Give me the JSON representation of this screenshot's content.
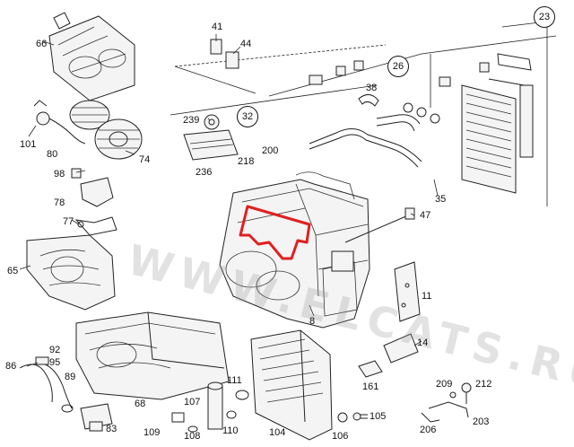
{
  "diagram": {
    "callouts": [
      "66",
      "41",
      "44",
      "23",
      "26",
      "38",
      "101",
      "80",
      "74",
      "239",
      "32",
      "236",
      "218",
      "200",
      "98",
      "78",
      "77",
      "35",
      "47",
      "65",
      "11",
      "8",
      "92",
      "95",
      "89",
      "86",
      "14",
      "161",
      "209",
      "212",
      "68",
      "111",
      "107",
      "203",
      "206",
      "109",
      "108",
      "110",
      "104",
      "106",
      "105",
      "83"
    ],
    "circled": [
      "23",
      "26",
      "32"
    ],
    "watermark": "WWW.ELCATS.RU",
    "highlight_color": "#e02020"
  }
}
